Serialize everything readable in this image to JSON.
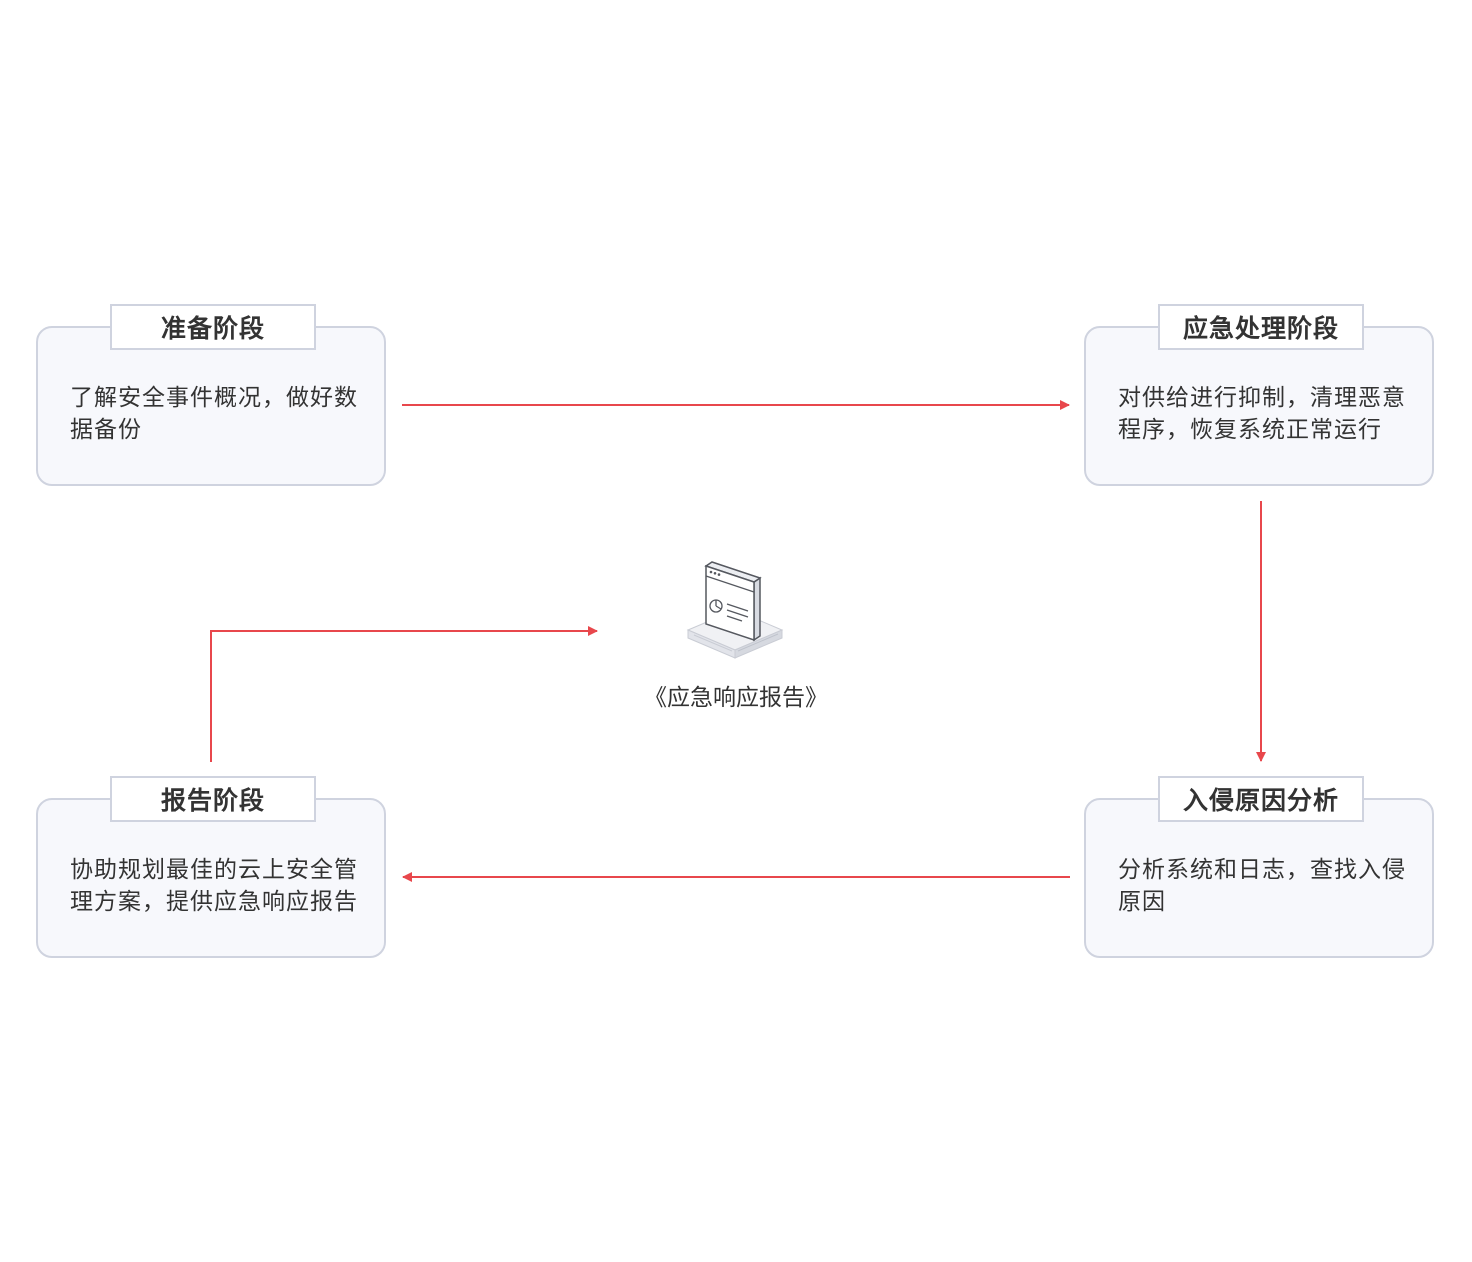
{
  "stages": {
    "prepare": {
      "title": "准备阶段",
      "desc": "了解安全事件概况，做好数据备份"
    },
    "handle": {
      "title": "应急处理阶段",
      "desc": "对供给进行抑制，清理恶意程序，恢复系统正常运行"
    },
    "analysis": {
      "title": "入侵原因分析",
      "desc": "分析系统和日志，查找入侵原因"
    },
    "report": {
      "title": "报告阶段",
      "desc": "协助规划最佳的云上安全管理方案，提供应急响应报告"
    }
  },
  "center": {
    "label": "《应急响应报告》",
    "icon": "report-document-icon"
  },
  "colors": {
    "arrow": "#e8474c",
    "card_border": "#cfd3df",
    "card_bg": "#f7f8fc",
    "text": "#333333"
  }
}
